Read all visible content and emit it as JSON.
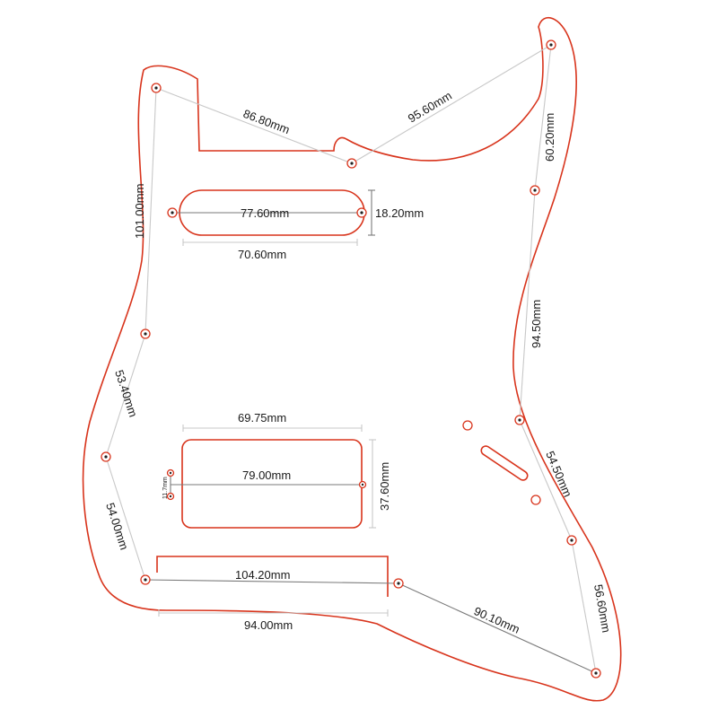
{
  "colors": {
    "outline": "#d8341c",
    "dimension_line": "#c8c8c8",
    "text": "#1a1a1a"
  },
  "labels": {
    "top_left": "86.80mm",
    "top_right": "95.60mm",
    "right_upper": "60.20mm",
    "left_upper": "101.00mm",
    "neck_pickup_inner": "77.60mm",
    "neck_pickup_height": "18.20mm",
    "neck_pickup_width": "70.60mm",
    "right_middle": "94.50mm",
    "left_middle": "53.40mm",
    "bridge_pickup_width": "69.75mm",
    "bridge_pickup_inner": "79.00mm",
    "bridge_pickup_height": "37.60mm",
    "bridge_small": "11.7mm",
    "right_lower": "54.50mm",
    "left_lower": "54.00mm",
    "bottom_inner": "104.20mm",
    "bottom_width": "94.00mm",
    "bottom_right_diag": "90.10mm",
    "right_bottom": "56.60mm"
  }
}
